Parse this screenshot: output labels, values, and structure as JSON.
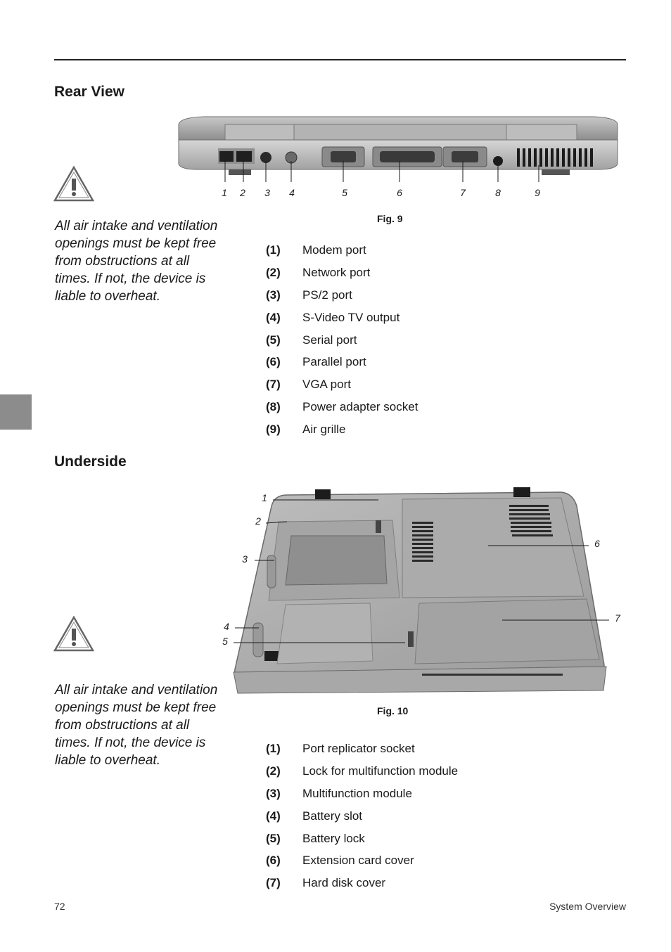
{
  "rear": {
    "heading": "Rear View",
    "warning": "All air intake and ventilation openings must be kept free from obstructions at all times. If not, the device is liable to overheat.",
    "caption": "Fig. 9",
    "callouts": [
      "1",
      "2",
      "3",
      "4",
      "5",
      "6",
      "7",
      "8",
      "9"
    ],
    "items": [
      {
        "num": "(1)",
        "label": "Modem port"
      },
      {
        "num": "(2)",
        "label": "Network port"
      },
      {
        "num": "(3)",
        "label": "PS/2 port"
      },
      {
        "num": "(4)",
        "label": "S-Video TV output"
      },
      {
        "num": "(5)",
        "label": "Serial port"
      },
      {
        "num": "(6)",
        "label": "Parallel port"
      },
      {
        "num": "(7)",
        "label": "VGA port"
      },
      {
        "num": "(8)",
        "label": "Power adapter socket"
      },
      {
        "num": "(9)",
        "label": "Air grille"
      }
    ]
  },
  "under": {
    "heading": "Underside",
    "warning": "All air intake and ventilation openings must be kept free from obstructions at all times. If not, the device is liable to overheat.",
    "caption": "Fig. 10",
    "callouts": [
      "1",
      "2",
      "3",
      "4",
      "5",
      "6",
      "7"
    ],
    "items": [
      {
        "num": "(1)",
        "label": "Port replicator socket"
      },
      {
        "num": "(2)",
        "label": "Lock for multifunction module"
      },
      {
        "num": "(3)",
        "label": "Multifunction module"
      },
      {
        "num": "(4)",
        "label": "Battery slot"
      },
      {
        "num": "(5)",
        "label": "Battery lock"
      },
      {
        "num": "(6)",
        "label": "Extension card cover"
      },
      {
        "num": "(7)",
        "label": "Hard disk cover"
      }
    ]
  },
  "footer": {
    "page_number": "72",
    "section": "System Overview"
  }
}
